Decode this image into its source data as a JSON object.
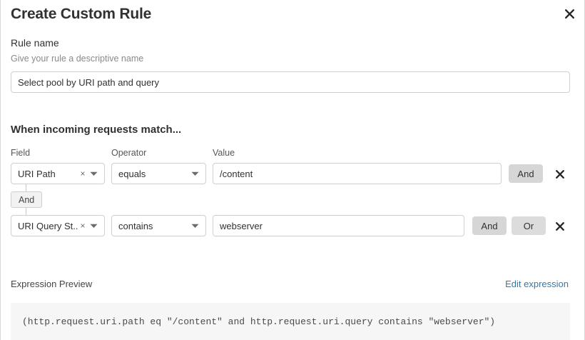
{
  "dialog": {
    "title": "Create Custom Rule",
    "close_label": "close-icon"
  },
  "rule_name": {
    "label": "Rule name",
    "help": "Give your rule a descriptive name",
    "value": "Select pool by URI path and query",
    "placeholder": "Give your rule a descriptive name"
  },
  "conditions": {
    "heading": "When incoming requests match...",
    "columns": {
      "field": "Field",
      "operator": "Operator",
      "value": "Value"
    },
    "connector": {
      "label": "And"
    },
    "rows": [
      {
        "field": "URI Path",
        "operator": "equals",
        "value": "/content",
        "value_placeholder": "Enter a value",
        "buttons": [
          "And"
        ]
      },
      {
        "field": "URI Query St...",
        "operator": "contains",
        "value": "webserver",
        "value_placeholder": "Enter a value",
        "buttons": [
          "And",
          "Or"
        ]
      }
    ]
  },
  "expression": {
    "label": "Expression Preview",
    "edit_link": "Edit expression",
    "code": "(http.request.uri.path eq \"/content\" and http.request.uri.query contains \"webserver\")"
  },
  "colors": {
    "link": "#3678a8",
    "button": "#d6d6d6",
    "border": "#cfcfcf",
    "code_bg": "#f6f6f6"
  }
}
